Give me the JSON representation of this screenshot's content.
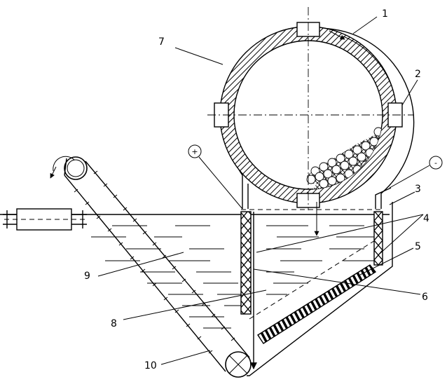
{
  "diagram": {
    "labels": {
      "n1": "1",
      "n2": "2",
      "n3": "3",
      "n4": "4",
      "n5": "5",
      "n6": "6",
      "n7": "7",
      "n8": "8",
      "n9": "9",
      "n10": "10"
    },
    "terminals": {
      "positive": "+",
      "negative": "-"
    }
  }
}
